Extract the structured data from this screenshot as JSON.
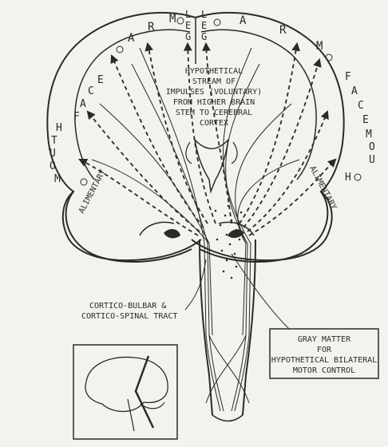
{
  "cortex_labels": {
    "left_arm": [
      "A",
      "R",
      "M"
    ],
    "right_arm": [
      "A",
      "R",
      "M"
    ],
    "left_leg": [
      "L",
      "E",
      "G"
    ],
    "right_leg": [
      "L",
      "E",
      "G"
    ],
    "left_face": [
      "F",
      "A",
      "C",
      "E"
    ],
    "right_face": [
      "F",
      "A",
      "C",
      "E"
    ],
    "left_mouth": [
      "M",
      "O",
      "U",
      "T",
      "H"
    ],
    "right_mouth": [
      "M",
      "O",
      "U"
    ],
    "right_mouth_tail": "H",
    "left_alimentary": "ALIMENTARY",
    "right_alimentary": "ALIMENTARY"
  },
  "annotations": {
    "stream": [
      "HYPOTHETICAL",
      "STREAM OF",
      "IMPULSES (VOLUNTARY)",
      "FROM HIGHER BRAIN",
      "STEM TO CEREBRAL",
      "CORTEX"
    ],
    "tract": [
      "CORTICO-BULBAR &",
      "CORTICO-SPINAL TRACT"
    ],
    "gray_matter": [
      "GRAY MATTER",
      "FOR",
      "HYPOTHETICAL BILATERAL",
      "MOTOR CONTROL"
    ]
  }
}
